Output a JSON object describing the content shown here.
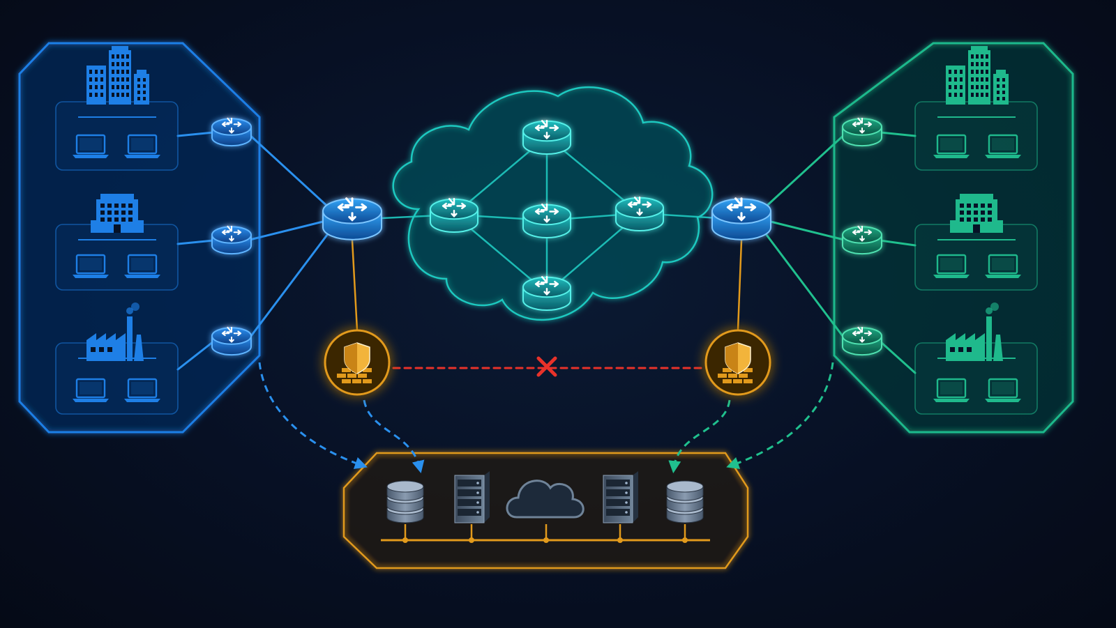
{
  "colors": {
    "background": "#060b18",
    "blue_site": "#1e7fe6",
    "teal_core": "#1fc9c0",
    "green_site": "#1fb98c",
    "orange_dc": "#e29a1c",
    "red_blocked": "#e8322a",
    "server_gray": "#5c6f86"
  },
  "legend": {},
  "nodes": {
    "left_sites": [
      {
        "kind": "office-buildings-icon",
        "endpoints": 2
      },
      {
        "kind": "office-building-icon",
        "endpoints": 2
      },
      {
        "kind": "factory-icon",
        "endpoints": 2
      }
    ],
    "right_sites": [
      {
        "kind": "office-buildings-icon",
        "endpoints": 2
      },
      {
        "kind": "office-building-icon",
        "endpoints": 2
      },
      {
        "kind": "factory-icon",
        "endpoints": 2
      }
    ],
    "core_routers": 5,
    "edge_routers": 2,
    "firewalls": 2,
    "data_center": [
      "database-icon",
      "server-rack-icon",
      "cloud-icon",
      "server-rack-icon",
      "database-icon"
    ]
  },
  "links": {
    "firewall_link_state": "blocked"
  }
}
